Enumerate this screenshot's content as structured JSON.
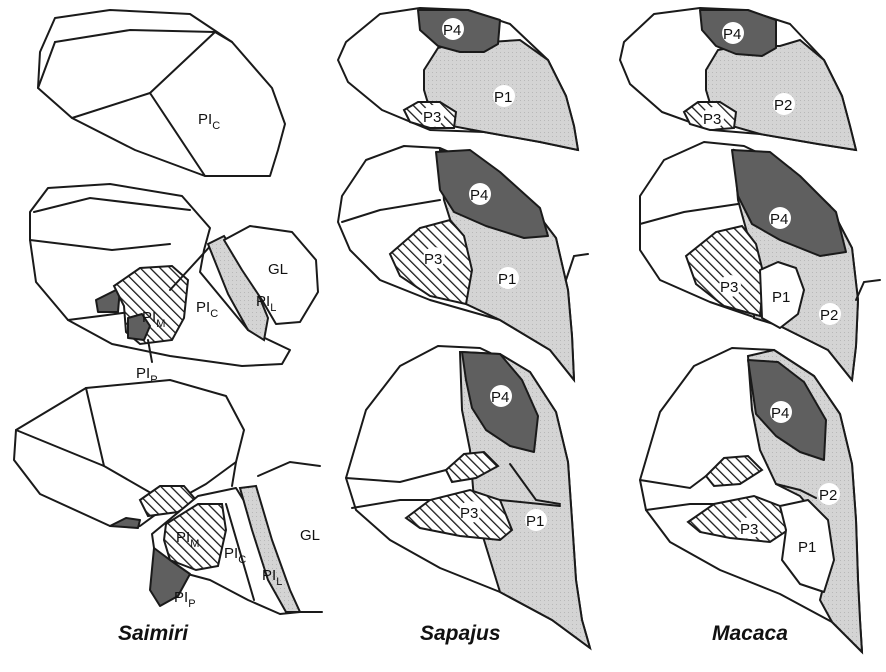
{
  "colors": {
    "light_region": "#d4d4d4",
    "dark_region": "#5f5f5f",
    "background": "#ffffff",
    "outline": "#1a1a1a"
  },
  "species": {
    "saimiri": "Saimiri",
    "sapajus": "Sapajus",
    "macaca": "Macaca"
  },
  "saimiri": {
    "s1": {
      "pic": "PI",
      "pic_sub": "C"
    },
    "s2": {
      "gl": "GL",
      "pil": "PI",
      "pil_sub": "L",
      "pic": "PI",
      "pic_sub": "C",
      "pim": "PI",
      "pim_sub": "M",
      "pip": "PI",
      "pip_sub": "P"
    },
    "s3": {
      "pim": "PI",
      "pim_sub": "M",
      "pic": "PI",
      "pic_sub": "C",
      "pil": "PI",
      "pil_sub": "L",
      "gl": "GL",
      "pip": "PI",
      "pip_sub": "P"
    }
  },
  "sapajus": {
    "s1": {
      "p4": "P4",
      "p1": "P1",
      "p3": "P3"
    },
    "s2": {
      "p4": "P4",
      "p3": "P3",
      "p1": "P1"
    },
    "s3": {
      "p4": "P4",
      "p3": "P3",
      "p1": "P1"
    }
  },
  "macaca": {
    "s1": {
      "p4": "P4",
      "p2": "P2",
      "p3": "P3"
    },
    "s2": {
      "p4": "P4",
      "p3": "P3",
      "p1": "P1",
      "p2": "P2"
    },
    "s3": {
      "p4": "P4",
      "p2": "P2",
      "p3": "P3",
      "p1": "P1"
    }
  }
}
